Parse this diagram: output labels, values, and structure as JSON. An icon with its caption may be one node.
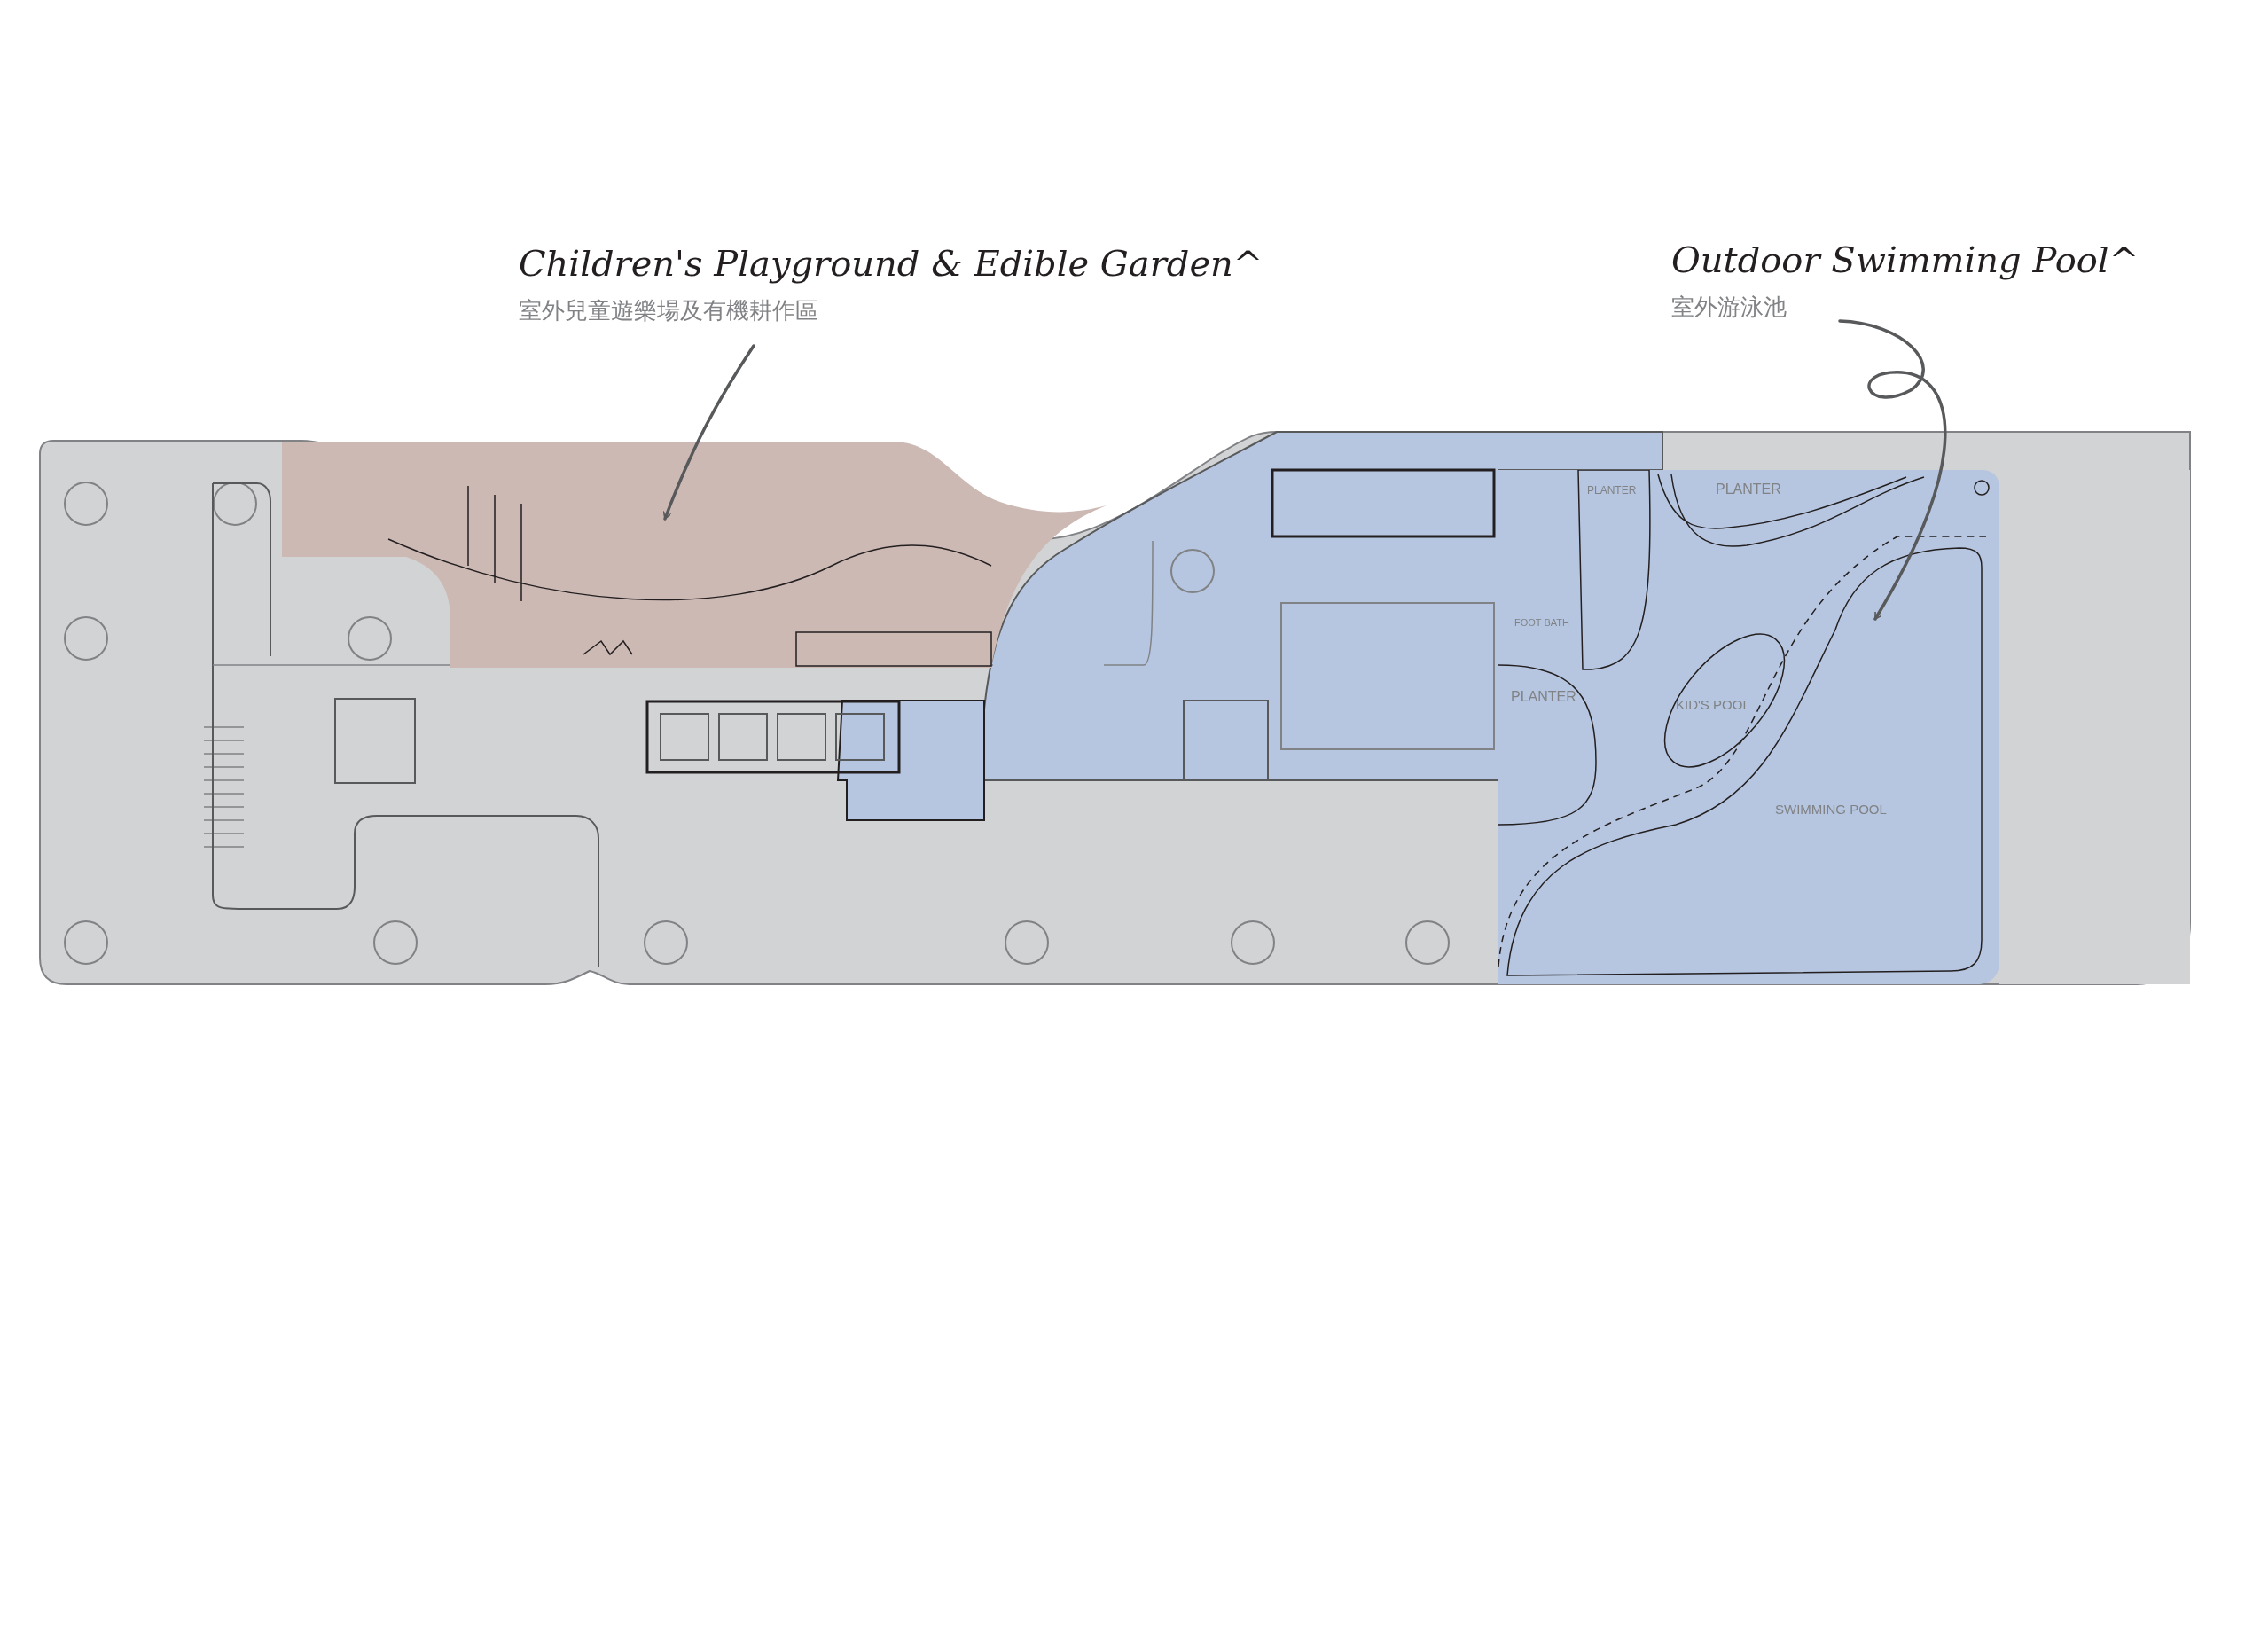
{
  "diagram": {
    "nodes": [
      {
        "text": [
          "Children's Playground & Edible Garden^",
          "室外兒童遊樂場及有機耕作區"
        ]
      },
      {
        "text": [
          "Outdoor Swimming Pool^",
          "室外游泳池"
        ]
      },
      {
        "text": [],
        "shape": "picture"
      },
      {
        "text": [],
        "shape": "picture"
      }
    ],
    "edges": [
      {
        "from": 0,
        "to": 2,
        "arrow": "to"
      },
      {
        "from": 1,
        "to": 3,
        "arrow": "to"
      }
    ],
    "labels": [
      "PLANTER",
      "PLANTER",
      "FOOT BATH",
      "PLANTER",
      "KID'S POOL",
      "SWIMMING POOL"
    ]
  }
}
